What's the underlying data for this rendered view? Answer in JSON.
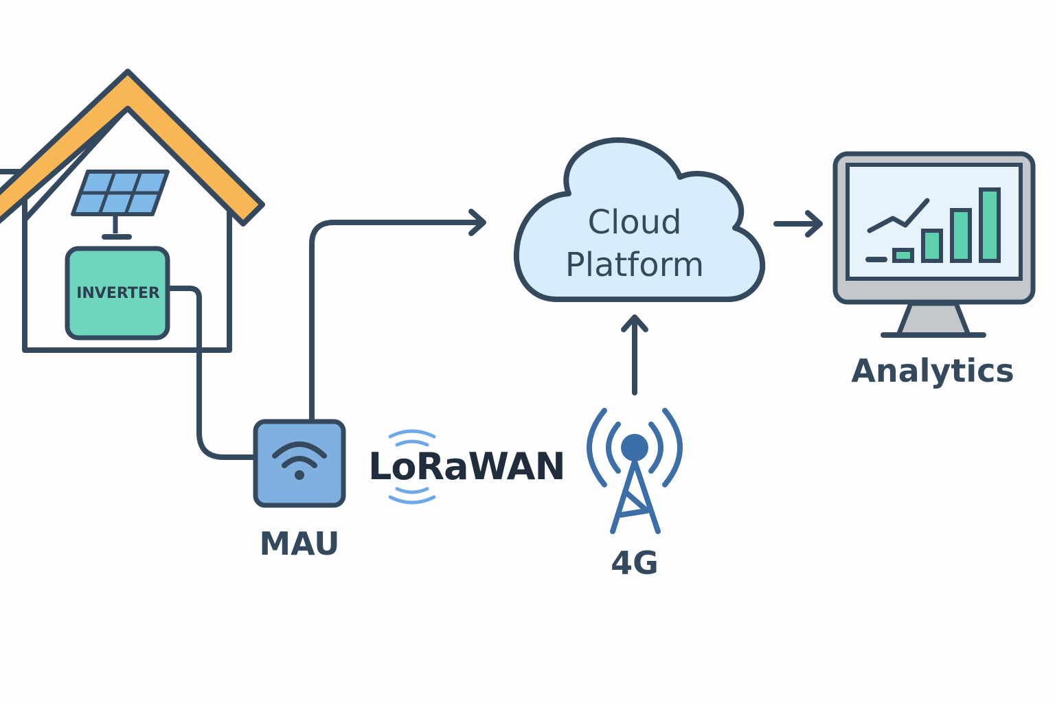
{
  "inverter": {
    "label": "INVERTER"
  },
  "cloud": {
    "line1": "Cloud",
    "line2": "Platform"
  },
  "analytics": {
    "label": "Analytics"
  },
  "mau": {
    "label": "MAU"
  },
  "lorawan": {
    "label": "LoRaWAN"
  },
  "tower": {
    "label": "4G"
  },
  "colors": {
    "stroke": "#34495e",
    "roof": "#f8b655",
    "inverter_fill": "#6fd5bd",
    "cloud_fill": "#d9ecfb",
    "mau_fill": "#7fb0e0",
    "tower_blue": "#3c6ea8",
    "lora_blue": "#6fa8e6",
    "chart_green": "#5fd0ae"
  }
}
